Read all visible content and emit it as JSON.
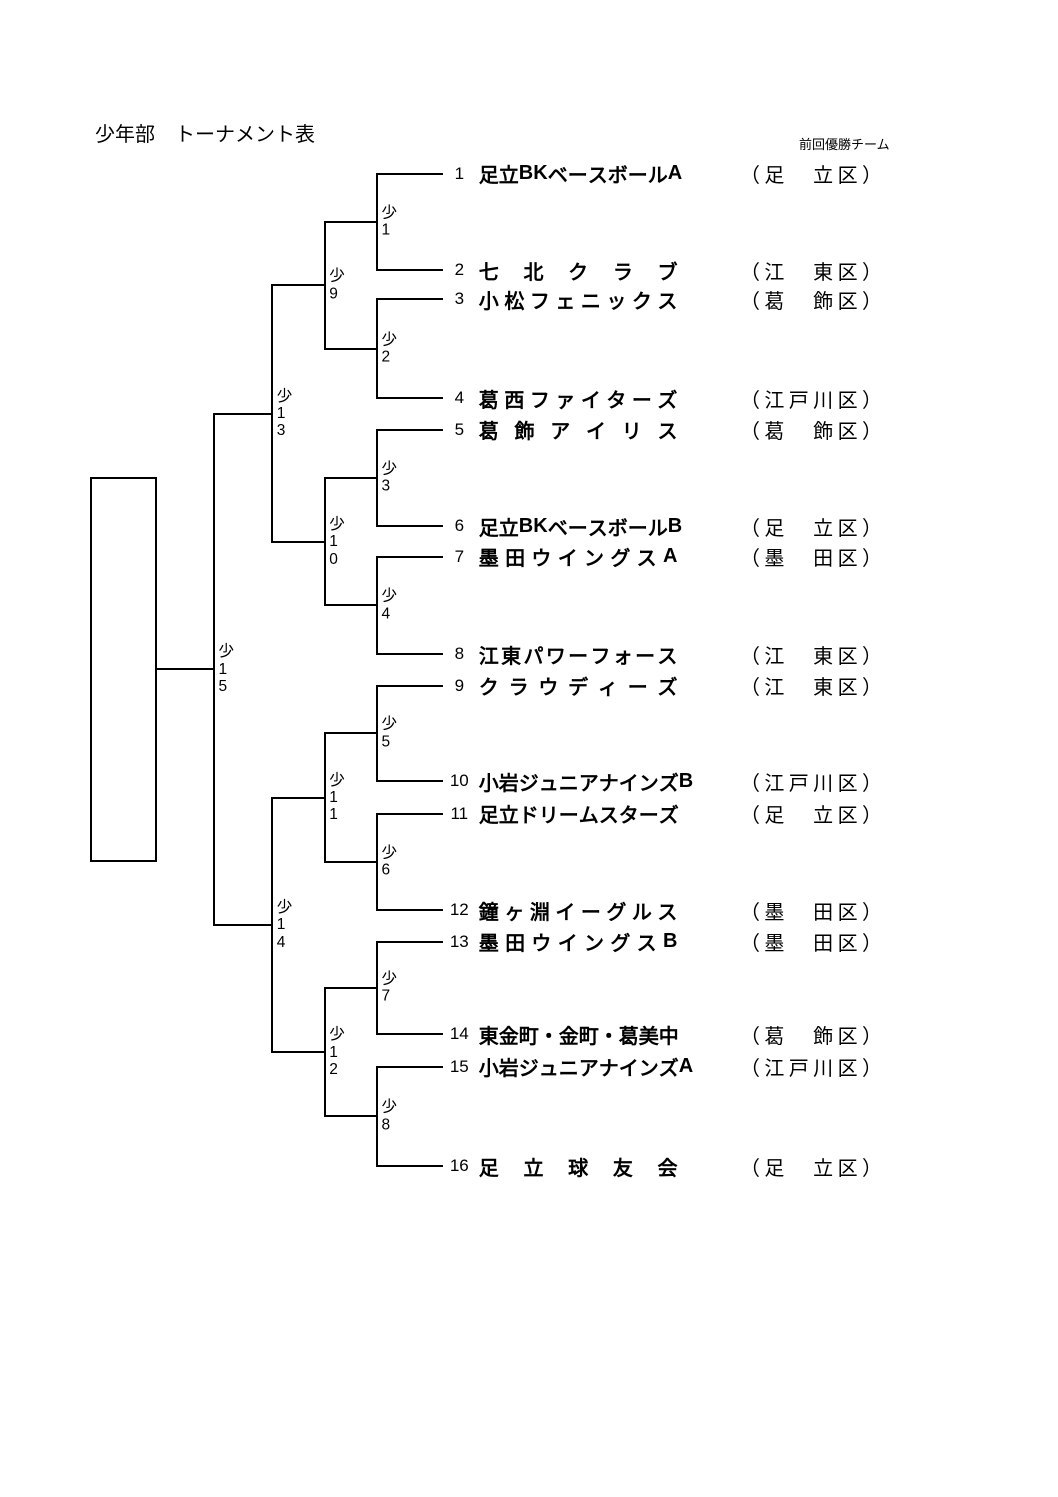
{
  "document": {
    "title": "少年部　トーナメント表",
    "note": "前回優勝チーム",
    "background_color": "#ffffff",
    "line_color": "#000000",
    "text_color": "#000000"
  },
  "bracket": {
    "teams": [
      {
        "no": "1",
        "name": "足立BKベースボールA",
        "district": "（足　立区）"
      },
      {
        "no": "2",
        "name": "七北クラブ",
        "district": "（江　東区）"
      },
      {
        "no": "3",
        "name": "小松フェニックス",
        "district": "（葛　飾区）"
      },
      {
        "no": "4",
        "name": "葛西ファイターズ",
        "district": "（江戸川区）"
      },
      {
        "no": "5",
        "name": "葛飾アイリス",
        "district": "（葛　飾区）"
      },
      {
        "no": "6",
        "name": "足立BKベースボールB",
        "district": "（足　立区）"
      },
      {
        "no": "7",
        "name": "墨田ウイングスA",
        "district": "（墨　田区）"
      },
      {
        "no": "8",
        "name": "江東パワーフォース",
        "district": "（江　東区）"
      },
      {
        "no": "9",
        "name": "クラウディーズ",
        "district": "（江　東区）"
      },
      {
        "no": "10",
        "name": "小岩ジュニアナインズB",
        "district": "（江戸川区）"
      },
      {
        "no": "11",
        "name": "足立ドリームスターズ",
        "district": "（足　立区）"
      },
      {
        "no": "12",
        "name": "鐘ヶ淵イーグルス",
        "district": "（墨　田区）"
      },
      {
        "no": "13",
        "name": "墨田ウイングスB",
        "district": "（墨　田区）"
      },
      {
        "no": "14",
        "name": "東金町・金町・葛美中",
        "district": "（葛　飾区）"
      },
      {
        "no": "15",
        "name": "小岩ジュニアナインズA",
        "district": "（江戸川区）"
      },
      {
        "no": "16",
        "name": "足立球友会",
        "district": "（足　立区）"
      }
    ],
    "matches": [
      {
        "label": "少1",
        "round": 1,
        "top": "T1",
        "bottom": "T2"
      },
      {
        "label": "少2",
        "round": 1,
        "top": "T3",
        "bottom": "T4"
      },
      {
        "label": "少3",
        "round": 1,
        "top": "T5",
        "bottom": "T6"
      },
      {
        "label": "少4",
        "round": 1,
        "top": "T7",
        "bottom": "T8"
      },
      {
        "label": "少5",
        "round": 1,
        "top": "T9",
        "bottom": "T10"
      },
      {
        "label": "少6",
        "round": 1,
        "top": "T11",
        "bottom": "T12"
      },
      {
        "label": "少7",
        "round": 1,
        "top": "T13",
        "bottom": "T14"
      },
      {
        "label": "少8",
        "round": 1,
        "top": "T15",
        "bottom": "T16"
      },
      {
        "label": "少9",
        "round": 2,
        "top": "M1",
        "bottom": "M2"
      },
      {
        "label": "少10",
        "round": 2,
        "top": "M3",
        "bottom": "M4"
      },
      {
        "label": "少11",
        "round": 2,
        "top": "M5",
        "bottom": "M6"
      },
      {
        "label": "少12",
        "round": 2,
        "top": "M7",
        "bottom": "M8"
      },
      {
        "label": "少13",
        "round": 3,
        "top": "M9",
        "bottom": "M10"
      },
      {
        "label": "少14",
        "round": 3,
        "top": "M11",
        "bottom": "M12"
      },
      {
        "label": "少15",
        "round": 4,
        "top": "M13",
        "bottom": "M14"
      }
    ],
    "champion_slot": ""
  }
}
